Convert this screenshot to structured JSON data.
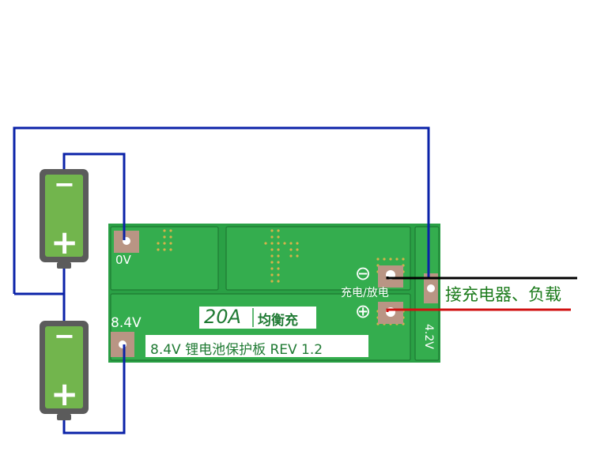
{
  "board": {
    "label_0v": "0V",
    "label_84v": "8.4V",
    "label_42v": "4.2V",
    "current_rating": "20A",
    "balance": "均衡充",
    "title": "8.4V 锂电池保护板 REV 1.2",
    "port_label": "充电/放电",
    "minus_symbol": "⊖",
    "plus_symbol": "⊕"
  },
  "batteries": [
    {
      "minus": "−",
      "plus": "+"
    },
    {
      "minus": "−",
      "plus": "+"
    }
  ],
  "annotation": {
    "text": "接充电器、负载",
    "color": "#1a7a1a"
  },
  "colors": {
    "board": "#2e9e44",
    "board_dark": "#1f7a33",
    "wire_blue": "#0a22a8",
    "wire_black": "#000000",
    "wire_red": "#d01010",
    "pad": "#b99584",
    "battery_body": "#5b5b5b",
    "battery_cell": "#72b54d"
  }
}
